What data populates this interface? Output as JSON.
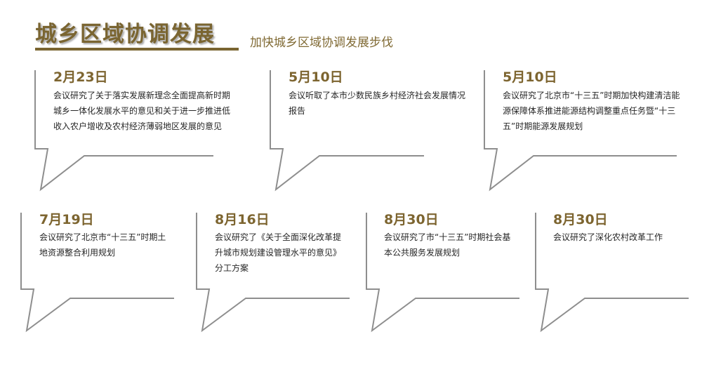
{
  "header": {
    "title": "城乡区域协调发展",
    "subtitle": "加快城乡区域协调发展步伐"
  },
  "events": [
    {
      "date": "2月23日",
      "text": "会议研究了关于落实发展新理念全面提高新时期城乡一体化发展水平的意见和关于进一步推进低收入农户增收及农村经济薄弱地区发展的意见"
    },
    {
      "date": "5月10日",
      "text": "会议听取了本市少数民族乡村经济社会发展情况报告"
    },
    {
      "date": "5月10日",
      "text": "会议研究了北京市“十三五”时期加快构建清洁能源保障体系推进能源结构调整重点任务暨“十三五”时期能源发展规划"
    },
    {
      "date": "7月19日",
      "text": "会议研究了北京市“十三五”时期土地资源整合利用规划"
    },
    {
      "date": "8月16日",
      "text": "会议研究了《关于全面深化改革提升城市规划建设管理水平的意见》分工方案"
    },
    {
      "date": "8月30日",
      "text": "会议研究了市“十三五”时期社会基本公共服务发展规划"
    },
    {
      "date": "8月30日",
      "text": "会议研究了深化农村改革工作"
    }
  ],
  "colors": {
    "accent": "#7a6531",
    "outline": "#8e8e8e",
    "text": "#262626"
  }
}
